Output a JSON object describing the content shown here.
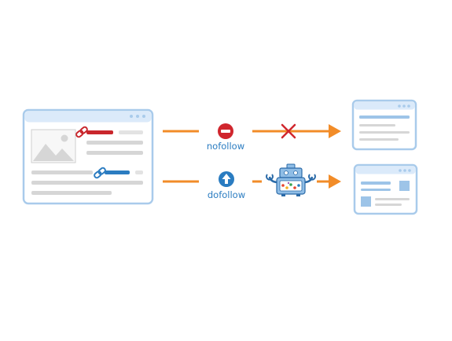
{
  "flows": [
    {
      "label": "nofollow",
      "status_icon": "minus-circle-icon",
      "status_color": "#d0262d",
      "result": "blocked"
    },
    {
      "label": "dofollow",
      "status_icon": "arrow-up-circle-icon",
      "status_color": "#2a7cc1",
      "result": "crawled-by-bot"
    }
  ],
  "colors": {
    "arrow": "#f28c28",
    "browser_frame": "#a9cbeb",
    "browser_bar": "#dbeafa",
    "content_line": "#d6d6d6",
    "nofollow_link": "#c9262c",
    "dofollow_link": "#2b7cc1",
    "block_mark": "#d0262d",
    "target_line": "#9dc4e8"
  }
}
